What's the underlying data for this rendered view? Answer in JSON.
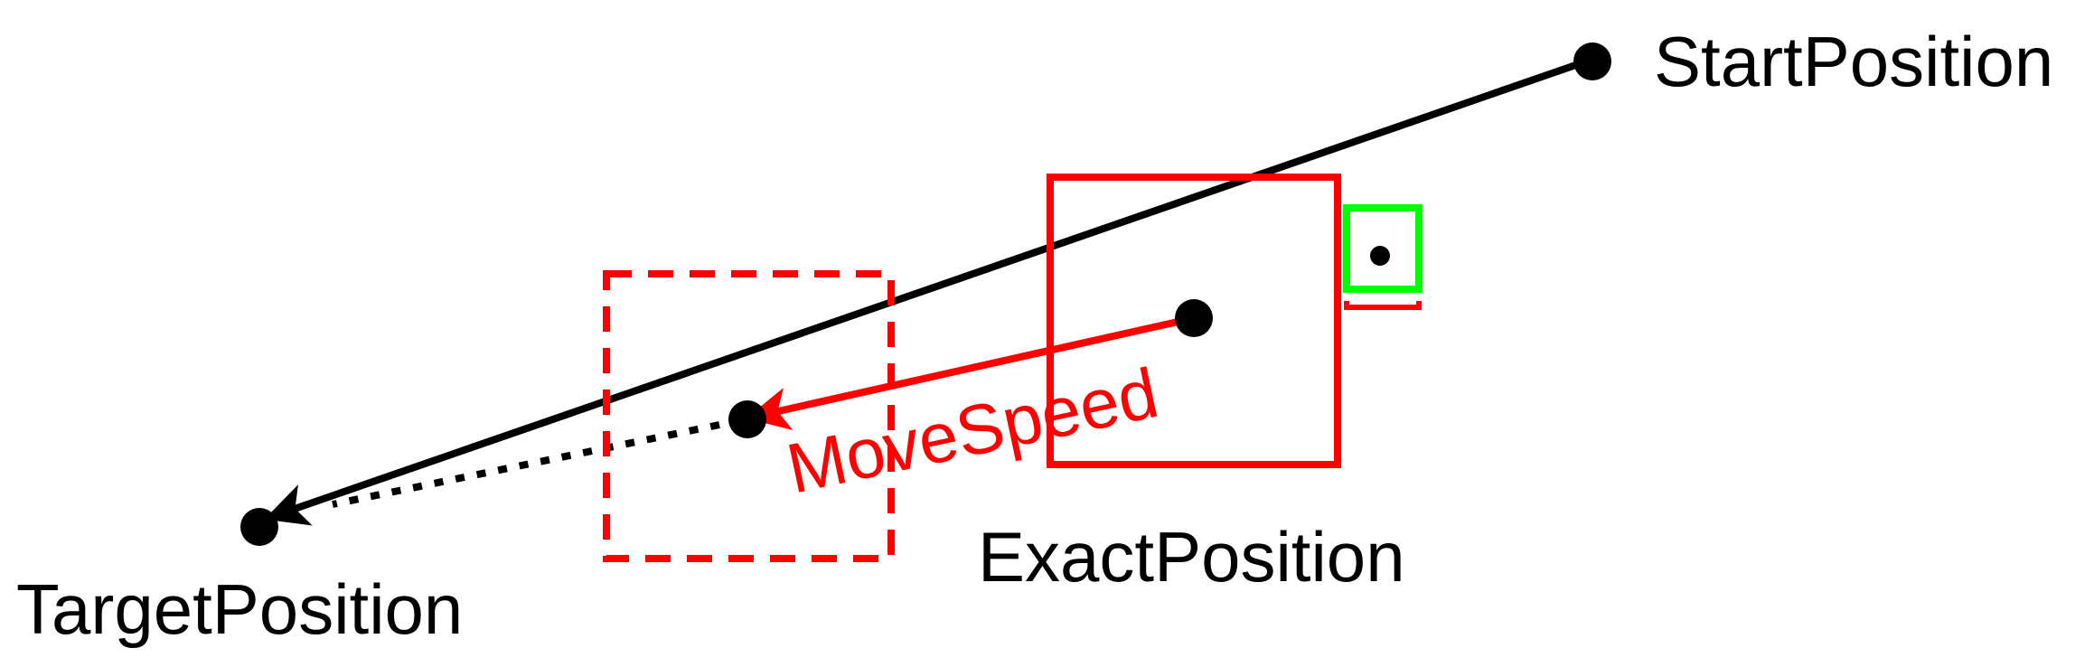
{
  "labels": {
    "start_position": "StartPosition",
    "target_position": "TargetPosition",
    "exact_position": "ExactPosition",
    "move_speed": "MoveSpeed"
  },
  "colors": {
    "black": "#000000",
    "red": "#ff0000",
    "green": "#00ff00",
    "background": "#ffffff"
  }
}
